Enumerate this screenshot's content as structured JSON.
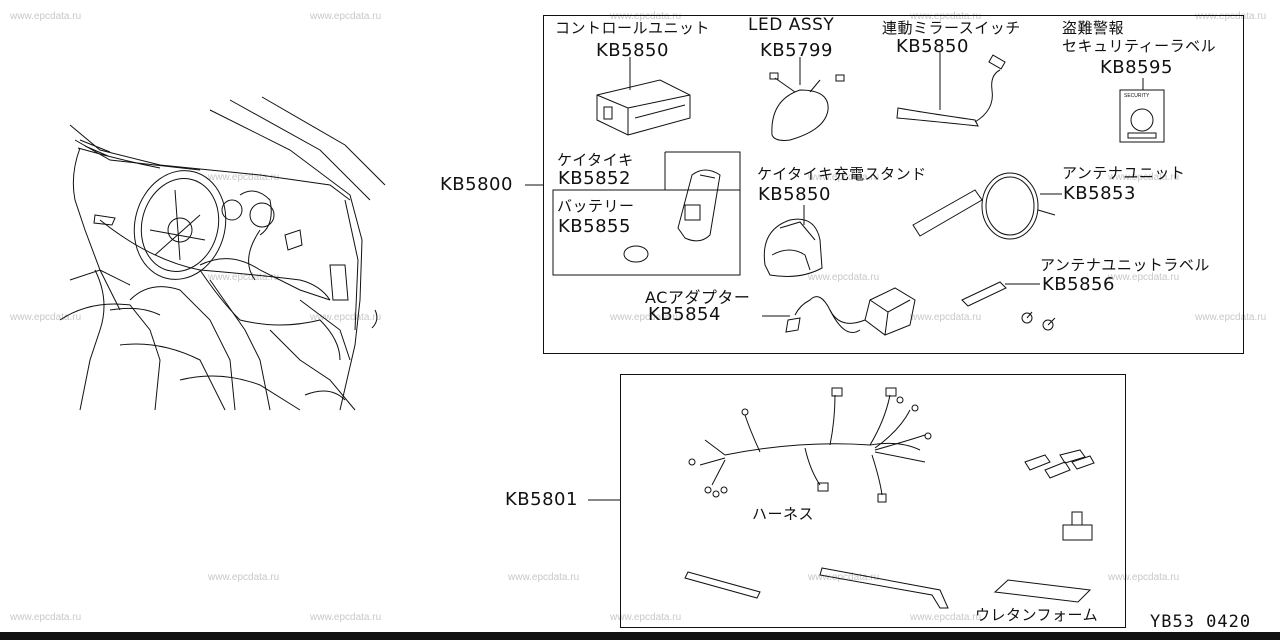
{
  "watermark": "www.epcdata.ru",
  "footer_code": "YB53 0420",
  "groups": {
    "main": {
      "code": "KB5800"
    },
    "harness_kit": {
      "code": "KB5801"
    }
  },
  "parts": {
    "control_unit": {
      "name": "コントロールユニット",
      "code": "KB5850"
    },
    "led_assy": {
      "name": "LED ASSY",
      "code": "KB5799"
    },
    "mirror_switch": {
      "name": "連動ミラースイッチ",
      "code": "KB5850"
    },
    "security_label": {
      "name_line1": "盗難警報",
      "name_line2": "セキュリティーラベル",
      "code": "KB8595",
      "label_text": "SECURITY"
    },
    "keitaiki": {
      "name": "ケイタイキ",
      "code": "KB5852"
    },
    "battery": {
      "name": "バッテリー",
      "code": "KB5855"
    },
    "charger_stand": {
      "name": "ケイタイキ充電スタンド",
      "code": "KB5850"
    },
    "antenna_unit": {
      "name": "アンテナユニット",
      "code": "KB5853"
    },
    "antenna_label": {
      "name": "アンテナユニットラベル",
      "code": "KB5856"
    },
    "ac_adapter": {
      "name": "ACアダプター",
      "code": "KB5854"
    },
    "harness": {
      "name": "ハーネス"
    },
    "urethane_foam": {
      "name": "ウレタンフォーム"
    }
  }
}
